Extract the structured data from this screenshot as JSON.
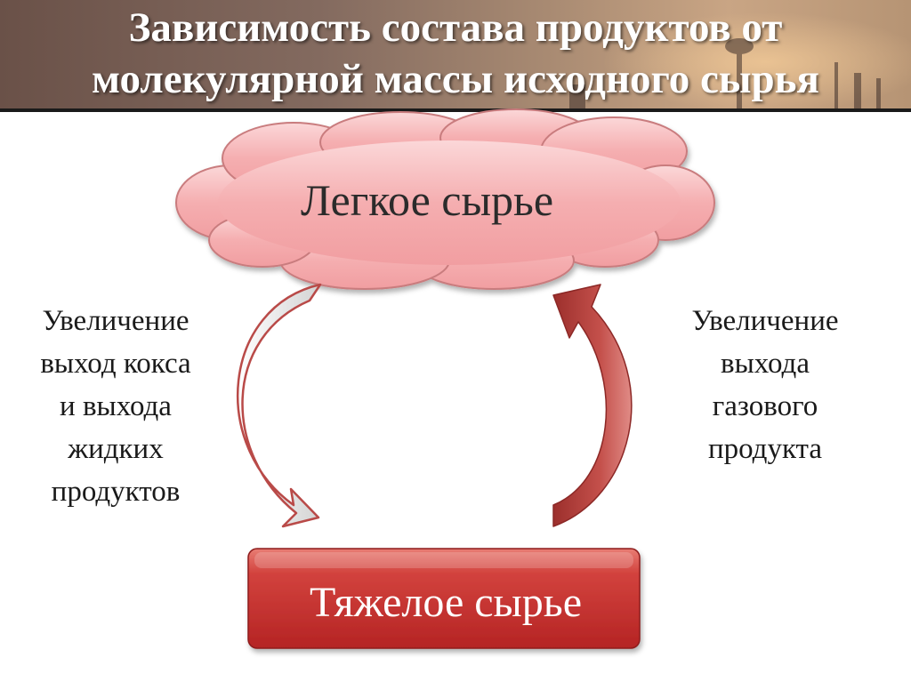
{
  "title": {
    "line1": "Зависимость состава продуктов от",
    "line2": "молекулярной массы исходного сырья"
  },
  "cloud": {
    "label": "Легкое сырье"
  },
  "box": {
    "label": "Тяжелое сырье"
  },
  "left_note": {
    "lines": [
      "Увеличение",
      "выход кокса",
      "и выхода",
      "жидких",
      "продуктов"
    ]
  },
  "right_note": {
    "lines": [
      "Увеличение",
      "выхода",
      "газового",
      "продукта"
    ]
  },
  "colors": {
    "cloud_fill": "#f4a9ab",
    "box_fill": "#c8302f",
    "arrow_red": "#b83a38",
    "arrow_grey": "#d8d8d8",
    "title_text": "#ffffff"
  }
}
